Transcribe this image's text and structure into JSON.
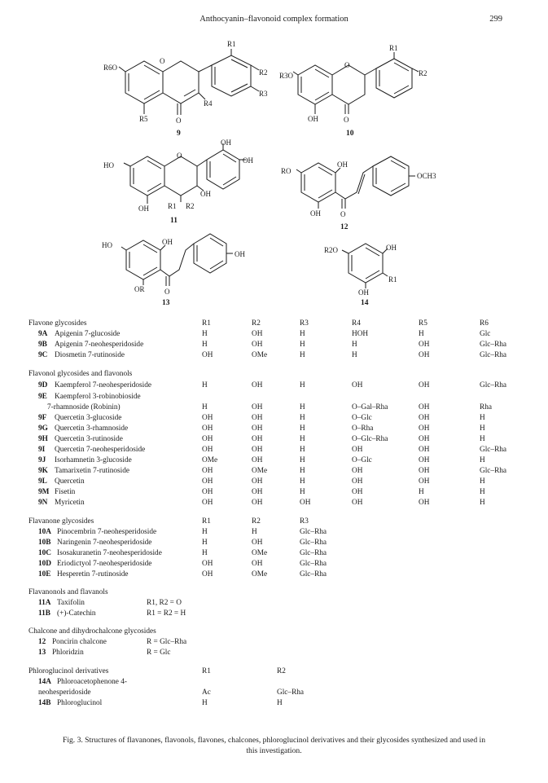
{
  "header": {
    "title": "Anthocyanin–flavonoid complex formation",
    "page": "299"
  },
  "structures": {
    "s9": {
      "number": "9",
      "sub": [
        "R6O",
        "R1",
        "R2",
        "R3",
        "R4",
        "R5",
        "O",
        "O"
      ]
    },
    "s10": {
      "number": "10",
      "sub": [
        "R3O",
        "R1",
        "R2",
        "OH",
        "O",
        "O"
      ]
    },
    "s11": {
      "number": "11",
      "sub": [
        "HO",
        "OH",
        "OH",
        "OH",
        "OH",
        "R1",
        "R2",
        "O"
      ]
    },
    "s12": {
      "number": "12",
      "sub": [
        "RO",
        "OH",
        "OCH3",
        "OH",
        "O"
      ]
    },
    "s13": {
      "number": "13",
      "sub": [
        "HO",
        "OH",
        "OH",
        "OR",
        "O"
      ]
    },
    "s14": {
      "number": "14",
      "sub": [
        "R2O",
        "OH",
        "R1",
        "OH"
      ]
    }
  },
  "table": {
    "sections": [
      {
        "title": "Flavone glycosides",
        "headers": [
          "R1",
          "R2",
          "R3",
          "R4",
          "R5",
          "R6"
        ],
        "rows": [
          {
            "id": "9A",
            "name": "Apigenin 7-glucoside",
            "cols": [
              "H",
              "OH",
              "H",
              "HOH",
              "H",
              "Glc"
            ]
          },
          {
            "id": "9B",
            "name": "Apigenin 7-neohesperidoside",
            "cols": [
              "H",
              "OH",
              "H",
              "H",
              "OH",
              "Glc–Rha"
            ]
          },
          {
            "id": "9C",
            "name": "Diosmetin 7-rutinoside",
            "cols": [
              "OH",
              "OMe",
              "H",
              "H",
              "OH",
              "Glc–Rha"
            ]
          }
        ]
      },
      {
        "title": "Flavonol glycosides and flavonols",
        "rows": [
          {
            "id": "9D",
            "name": "Kaempferol 7-neohesperidoside",
            "cols": [
              "H",
              "OH",
              "H",
              "OH",
              "OH",
              "Glc–Rha"
            ]
          },
          {
            "id": "9E",
            "name": "Kaempferol 3-robinobioside",
            "cols": [
              "",
              "",
              "",
              "",
              "",
              ""
            ]
          },
          {
            "id": "",
            "name": "7-rhamnoside (Robinin)",
            "cols": [
              "H",
              "OH",
              "H",
              "O–Gal–Rha",
              "OH",
              "Rha"
            ]
          },
          {
            "id": "9F",
            "name": "Quercetin 3-glucoside",
            "cols": [
              "OH",
              "OH",
              "H",
              "O–Glc",
              "OH",
              "H"
            ]
          },
          {
            "id": "9G",
            "name": "Quercetin 3-rhamnoside",
            "cols": [
              "OH",
              "OH",
              "H",
              "O–Rha",
              "OH",
              "H"
            ]
          },
          {
            "id": "9H",
            "name": "Quercetin 3-rutinoside",
            "cols": [
              "OH",
              "OH",
              "H",
              "O–Glc–Rha",
              "OH",
              "H"
            ]
          },
          {
            "id": "9I",
            "name": "Quercetin 7-neohesperidoside",
            "cols": [
              "OH",
              "OH",
              "H",
              "OH",
              "OH",
              "Glc–Rha"
            ]
          },
          {
            "id": "9J",
            "name": "Isorhamnetin 3-glucoside",
            "cols": [
              "OMe",
              "OH",
              "H",
              "O–Glc",
              "OH",
              "H"
            ]
          },
          {
            "id": "9K",
            "name": "Tamarixetin 7-rutinoside",
            "cols": [
              "OH",
              "OMe",
              "H",
              "OH",
              "OH",
              "Glc–Rha"
            ]
          },
          {
            "id": "9L",
            "name": "Quercetin",
            "cols": [
              "OH",
              "OH",
              "H",
              "OH",
              "OH",
              "H"
            ]
          },
          {
            "id": "9M",
            "name": "Fisetin",
            "cols": [
              "OH",
              "OH",
              "H",
              "OH",
              "H",
              "H"
            ]
          },
          {
            "id": "9N",
            "name": "Myricetin",
            "cols": [
              "OH",
              "OH",
              "OH",
              "OH",
              "OH",
              "H"
            ]
          }
        ]
      },
      {
        "title": "Flavanone glycosides",
        "headers": [
          "R1",
          "R2",
          "R3"
        ],
        "rows": [
          {
            "id": "10A",
            "name": "Pinocembrin 7-neohesperidoside",
            "cols": [
              "H",
              "H",
              "Glc–Rha"
            ]
          },
          {
            "id": "10B",
            "name": "Naringenin 7-neohesperidoside",
            "cols": [
              "H",
              "OH",
              "Glc–Rha"
            ]
          },
          {
            "id": "10C",
            "name": "Isosakuranetin 7-neohesperidoside",
            "cols": [
              "H",
              "OMe",
              "Glc–Rha"
            ]
          },
          {
            "id": "10D",
            "name": "Eriodictyol 7-neohesperidoside",
            "cols": [
              "OH",
              "OH",
              "Glc–Rha"
            ]
          },
          {
            "id": "10E",
            "name": "Hesperetin 7-rutinoside",
            "cols": [
              "OH",
              "OMe",
              "Glc–Rha"
            ]
          }
        ]
      },
      {
        "title": "Flavanonols and flavanols",
        "rows": [
          {
            "id": "11A",
            "name": "Taxifolin",
            "cols": [
              "R1, R2 = O"
            ]
          },
          {
            "id": "11B",
            "name": "(+)-Catechin",
            "cols": [
              "R1 = R2 = H"
            ]
          }
        ]
      },
      {
        "title": "Chalcone and dihydrochalcone glycosides",
        "rows": [
          {
            "id": "12",
            "name": "Poncirin chalcone",
            "cols": [
              "R = Glc–Rha"
            ]
          },
          {
            "id": "13",
            "name": "Phloridzin",
            "cols": [
              "R = Glc"
            ]
          }
        ]
      },
      {
        "title": "Phloroglucinol derivatives",
        "headers": [
          "R1",
          "R2"
        ],
        "rows": [
          {
            "id": "14A",
            "name": "Phloroacetophenone 4-",
            "cols": [
              "",
              ""
            ]
          },
          {
            "id": "",
            "name": "neohesperidoside",
            "cols": [
              "Ac",
              "Glc–Rha"
            ]
          },
          {
            "id": "14B",
            "name": "Phloroglucinol",
            "cols": [
              "H",
              "H"
            ]
          }
        ]
      }
    ]
  },
  "caption": "Fig. 3. Structures of flavanones, flavonols, flavones, chalcones, phloroglucinol derivatives and their glycosides synthesized and used in this investigation."
}
